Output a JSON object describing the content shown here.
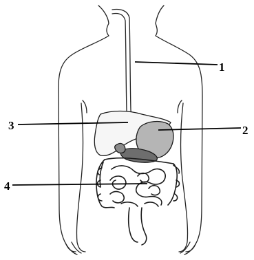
{
  "diagram": {
    "labels": [
      {
        "id": "1",
        "text": "1"
      },
      {
        "id": "2",
        "text": "2"
      },
      {
        "id": "3",
        "text": "3"
      },
      {
        "id": "4",
        "text": "4"
      }
    ]
  }
}
